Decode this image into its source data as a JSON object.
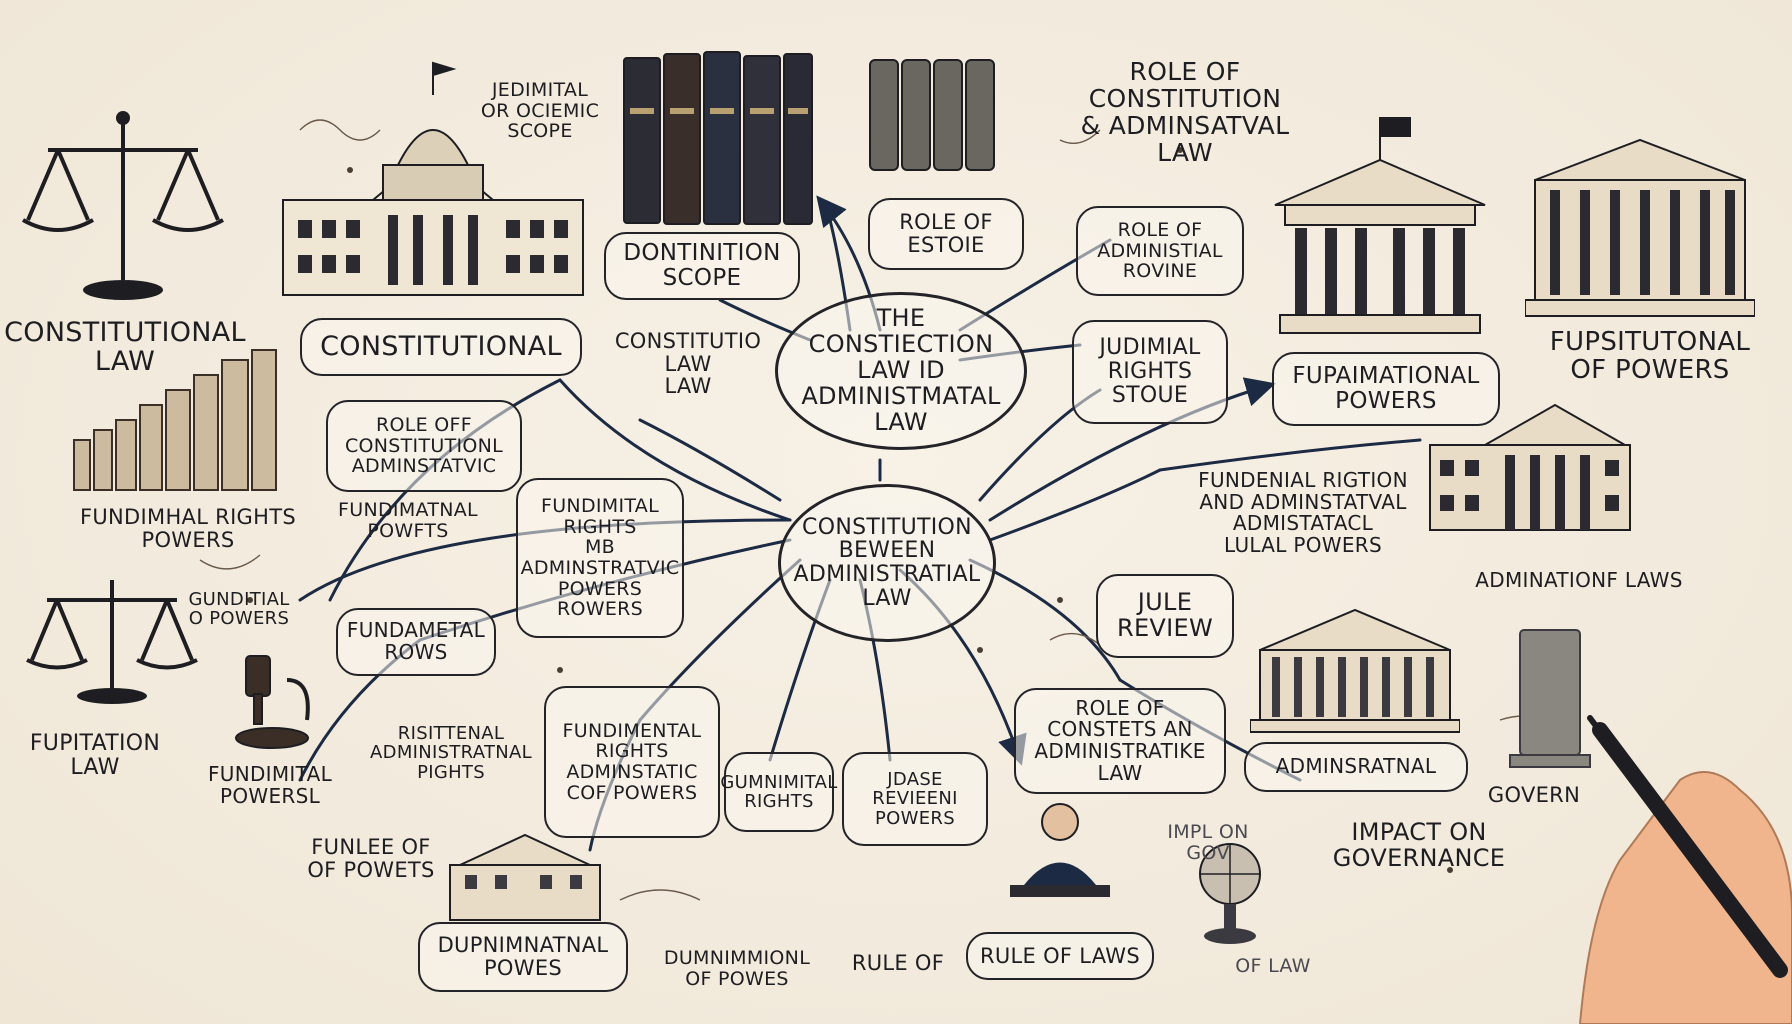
{
  "palette": {
    "ink": "#1e1e22",
    "paper": "#f3ecdf",
    "navy": "#1c2a44",
    "skin": "#f0b58c"
  },
  "hubs": {
    "top": "THE\nCONSTIECTION\nLAW ID\nADMINISTMATAL\nLAW",
    "center": "CONSTITUTION\nBEWEEN\nADMINISTRATIAL\nLAW"
  },
  "labels": {
    "constitutional_law_left": "CONSTITUTIONAL\nLAW",
    "constitutional_box": "CONSTITUTIONAL",
    "fundimhal_rights_powers": "FUNDIMHAL RIGHTS\nPOWERS",
    "role_of_constitutional": "ROLE OFF\nCONSTITUTIONL\nADMINSTATVIC",
    "fundimatnal_powfts": "FUNDIMATNAL\nPOWFTS",
    "fundimital_rights": "FUNDIMITAL\nRIGHTS\nMB\nADMINSTRATVIC\nPOWERS\nROWERS",
    "dontinition_scope": "DONTINITION\nSCOPE",
    "jedimital_scope": "JEDIMITAL\nOR OCIEMIC\nSCOPE",
    "constitutio_law": "CONSTITUTIO\nLAW\nLAW",
    "role_of_estoie": "ROLE OF\nESTOIE",
    "role_of_administial": "ROLE OF\nADMINISTIAL\nROVINE",
    "role_of_constitution_top": "ROLE OF\nCONSTITUTION\n& ADMINSATVAL\nLAW",
    "judimial_rights": "JUDIMIAL\nRIGHTS\nSTOUE",
    "fupaimational_powers": "FUPAIMATIONAL\nPOWERS",
    "fupsitutional_of_powers": "FUPSITUTONAL\nOF POWERS",
    "fundenial_rigtion": "FUNDENIAL RIGTION\nAND ADMINSTATVAL\nADMISTATACL\nLULAL POWERS",
    "adminationf_laws": "ADMINATIONF LAWS",
    "jule_review": "JULE\nREVIEW",
    "role_of_constets": "ROLE OF\nCONSTETS AN\nADMINISTRATIKE\nLAW",
    "adminsratnal": "ADMINSRATNAL",
    "govern": "GOVERN",
    "impact_on_governance": "IMPACT ON\nGOVERNANCE",
    "impl_on_go": "IMPL ON\nGOV",
    "of_law": "OF LAW",
    "rule_of_laws": "RULE OF LAWS",
    "rule_of": "RULE OF",
    "jdase_revieenl": "JDASE\nREVIEENI\nPOWERS",
    "gumnimital_rights": "GUMNIMITAL\nRIGHTS",
    "fundimental_rights": "FUNDIMENTAL\nRIGHTS\nADMINSTATIC\nCOF POWERS",
    "dumnimmonl": "DUMNIMMIONL\nOF POWES",
    "dupnimnatnal": "DUPNIMNATNAL\nPOWES",
    "funlee_of_powets": "FUNLEE OF\nOF POWETS",
    "fundimital_powersl": "FUNDIMITAL\nPOWERSL",
    "risittenal": "RISITTENAL\nADMINISTRATNAL\nPIGHTS",
    "fundametal_rows": "FUNDAMETAL\nROWS",
    "gunditial_powers": "GUNDITIAL\nO POWERS",
    "fupitation_law": "FUPITATION\nLAW"
  }
}
